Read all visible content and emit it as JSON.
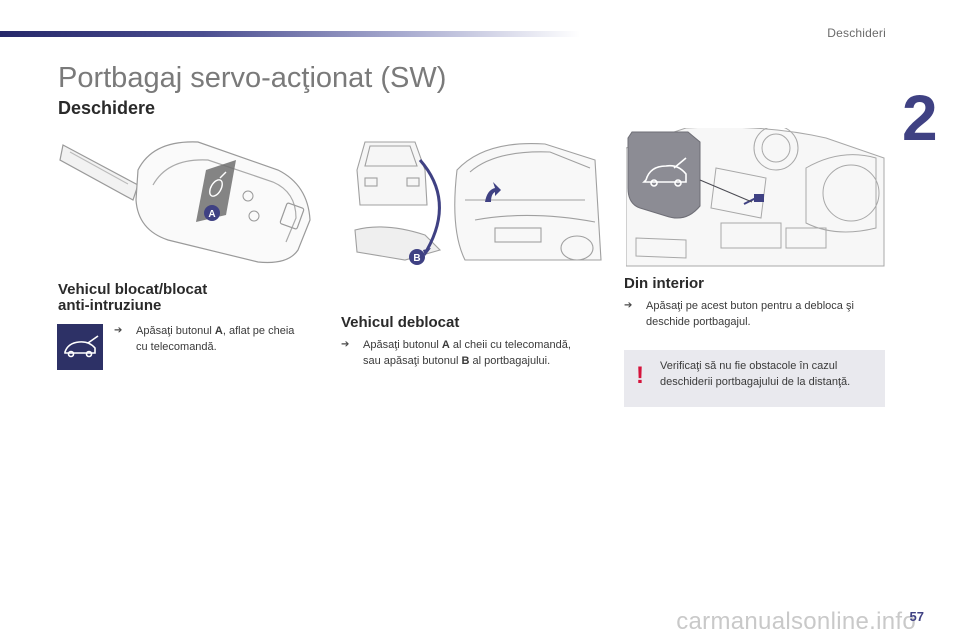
{
  "header": {
    "section_name": "Deschideri",
    "chapter_number": "2"
  },
  "title": "Portbagaj servo-acţionat (SW)",
  "subtitle": "Deschidere",
  "illustrations": {
    "key_label": "A",
    "car_label": "B"
  },
  "blocked": {
    "heading_line1": "Vehicul blocat/blocat",
    "heading_line2": "anti-intruziune",
    "bullet_mark": "➔",
    "text_line1_a": "Apăsaţi butonul ",
    "text_line1_b": "A",
    "text_line1_c": ", aflat pe cheia",
    "text_line2": "cu telecomandă."
  },
  "unlocked": {
    "heading": "Vehicul deblocat",
    "text_line1_a": "Apăsaţi butonul ",
    "text_line1_b": "A",
    "text_line1_c": " al cheii cu telecomandă,",
    "text_line2_a": "sau apăsaţi butonul ",
    "text_line2_b": "B",
    "text_line2_c": " al portbagajului."
  },
  "interior": {
    "heading": "Din interior",
    "text_line1": "Apăsaţi pe acest buton pentru a debloca şi",
    "text_line2": "deschide portbagajul."
  },
  "warning": {
    "mark": "!",
    "text_line1": "Verificaţi să nu fie obstacole în cazul",
    "text_line2": "deschiderii portbagajului de la distanţă."
  },
  "footer": {
    "page_number": "57",
    "watermark": "carmanualsonline.info"
  },
  "colors": {
    "accent": "#3f4183",
    "warning": "#d5133b",
    "icon_box": "#2d3166"
  }
}
